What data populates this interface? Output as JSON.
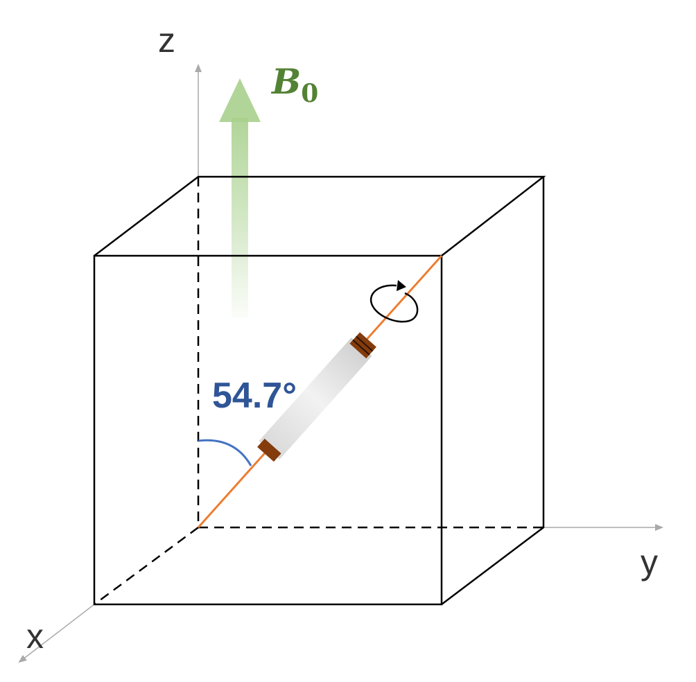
{
  "axes": {
    "x_label": "x",
    "y_label": "y",
    "z_label": "z"
  },
  "field": {
    "symbol": "B",
    "subscript": "0"
  },
  "angle": {
    "label": "54.7°"
  },
  "colors": {
    "field_arrow": "#a8d08d",
    "field_label": "#548235",
    "angle": "#2f5597",
    "angle_arc": "#4472c4",
    "rotor_axis": "#ed7d31",
    "rotor_cap": "#843c0c",
    "axis_line": "#aaaaaa",
    "cube_edge": "#000000"
  },
  "icons": {
    "rotation": "rotation-arrow-icon"
  }
}
